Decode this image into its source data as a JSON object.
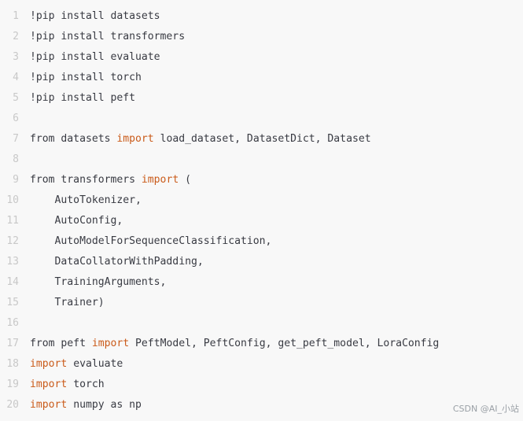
{
  "code": {
    "lines": [
      {
        "number": "1",
        "tokens": [
          {
            "text": "!pip install datasets",
            "kind": "plain"
          }
        ]
      },
      {
        "number": "2",
        "tokens": [
          {
            "text": "!pip install transformers",
            "kind": "plain"
          }
        ]
      },
      {
        "number": "3",
        "tokens": [
          {
            "text": "!pip install evaluate",
            "kind": "plain"
          }
        ]
      },
      {
        "number": "4",
        "tokens": [
          {
            "text": "!pip install torch",
            "kind": "plain"
          }
        ]
      },
      {
        "number": "5",
        "tokens": [
          {
            "text": "!pip install peft",
            "kind": "plain"
          }
        ]
      },
      {
        "number": "6",
        "tokens": []
      },
      {
        "number": "7",
        "tokens": [
          {
            "text": "from datasets ",
            "kind": "plain"
          },
          {
            "text": "import",
            "kind": "keyword"
          },
          {
            "text": " load_dataset, DatasetDict, Dataset",
            "kind": "plain"
          }
        ]
      },
      {
        "number": "8",
        "tokens": []
      },
      {
        "number": "9",
        "tokens": [
          {
            "text": "from transformers ",
            "kind": "plain"
          },
          {
            "text": "import",
            "kind": "keyword"
          },
          {
            "text": " (",
            "kind": "plain"
          }
        ]
      },
      {
        "number": "10",
        "tokens": [
          {
            "text": "    AutoTokenizer,",
            "kind": "plain"
          }
        ]
      },
      {
        "number": "11",
        "tokens": [
          {
            "text": "    AutoConfig,",
            "kind": "plain"
          }
        ]
      },
      {
        "number": "12",
        "tokens": [
          {
            "text": "    AutoModelForSequenceClassification,",
            "kind": "plain"
          }
        ]
      },
      {
        "number": "13",
        "tokens": [
          {
            "text": "    DataCollatorWithPadding,",
            "kind": "plain"
          }
        ]
      },
      {
        "number": "14",
        "tokens": [
          {
            "text": "    TrainingArguments,",
            "kind": "plain"
          }
        ]
      },
      {
        "number": "15",
        "tokens": [
          {
            "text": "    Trainer)",
            "kind": "plain"
          }
        ]
      },
      {
        "number": "16",
        "tokens": []
      },
      {
        "number": "17",
        "tokens": [
          {
            "text": "from peft ",
            "kind": "plain"
          },
          {
            "text": "import",
            "kind": "keyword"
          },
          {
            "text": " PeftModel, PeftConfig, get_peft_model, LoraConfig",
            "kind": "plain"
          }
        ]
      },
      {
        "number": "18",
        "tokens": [
          {
            "text": "import",
            "kind": "keyword"
          },
          {
            "text": " evaluate",
            "kind": "plain"
          }
        ]
      },
      {
        "number": "19",
        "tokens": [
          {
            "text": "import",
            "kind": "keyword"
          },
          {
            "text": " torch",
            "kind": "plain"
          }
        ]
      },
      {
        "number": "20",
        "tokens": [
          {
            "text": "import",
            "kind": "keyword"
          },
          {
            "text": " numpy as np",
            "kind": "plain"
          }
        ]
      }
    ]
  },
  "watermark": {
    "text": "CSDN @AI_小站"
  },
  "colors": {
    "background": "#f8f8f8",
    "code_text": "#383a42",
    "keyword": "#ca5b1a",
    "line_number": "#c8c8c8",
    "watermark": "#9aa0a6"
  }
}
